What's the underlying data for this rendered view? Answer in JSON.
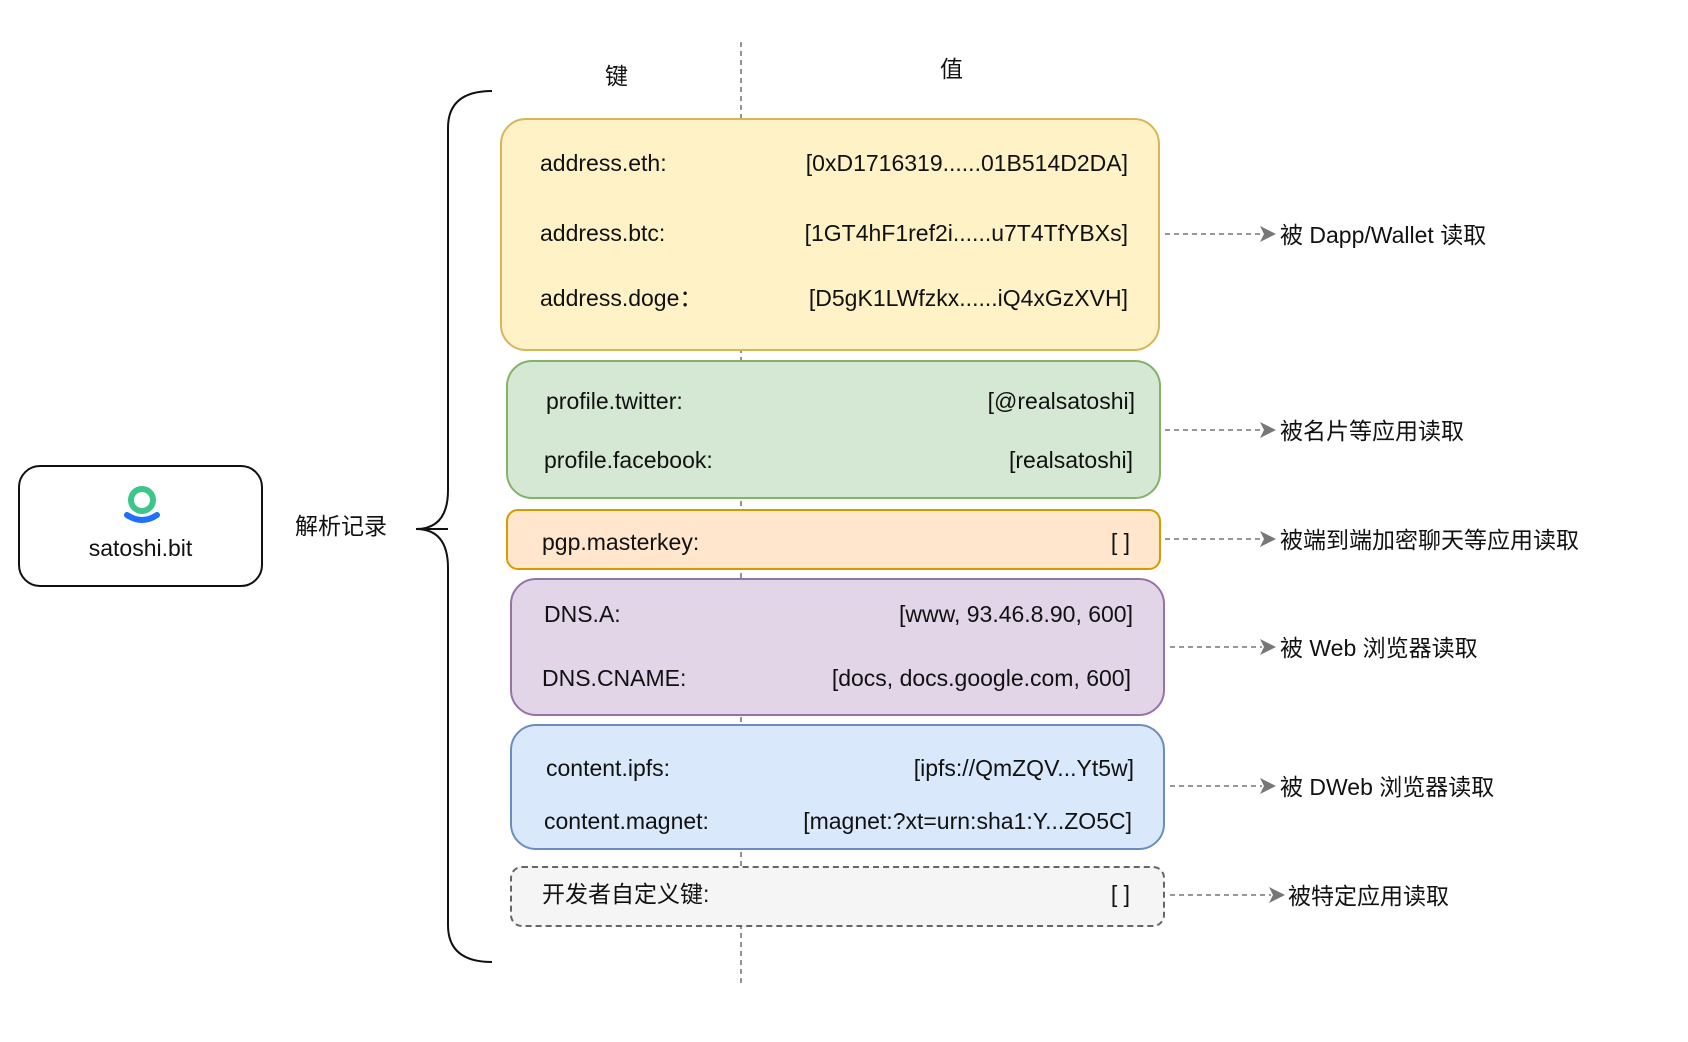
{
  "domain_entity": {
    "name": "satoshi.bit",
    "logo_color_top": "#3cc68a",
    "logo_color_bottom": "#1e6fff"
  },
  "records_label": "解析记录",
  "headers": {
    "key": "键",
    "value": "值"
  },
  "groups": [
    {
      "id": "address",
      "fill": "#fff2c6",
      "stroke": "#d6b656",
      "rows": [
        {
          "key": "address.eth:",
          "value": "[0xD1716319......01B514D2DA]"
        },
        {
          "key": "address.btc:",
          "value": "[1GT4hF1ref2i......u7T4TfYBXs]"
        },
        {
          "key": "address.doge：",
          "value": "[D5gK1LWfzkx......iQ4xGzXVH]"
        }
      ],
      "note": "被 Dapp/Wallet 读取"
    },
    {
      "id": "profile",
      "fill": "#d5e8d4",
      "stroke": "#82b366",
      "rows": [
        {
          "key": "profile.twitter:",
          "value": "[@realsatoshi]"
        },
        {
          "key": "profile.facebook:",
          "value": "[realsatoshi]"
        }
      ],
      "note": "被名片等应用读取"
    },
    {
      "id": "pgp",
      "fill": "#ffe6cc",
      "stroke": "#d79b00",
      "rows": [
        {
          "key": "pgp.masterkey:",
          "value": "[ ]"
        }
      ],
      "note": "被端到端加密聊天等应用读取"
    },
    {
      "id": "dns",
      "fill": "#e1d5e7",
      "stroke": "#9673a6",
      "rows": [
        {
          "key": "DNS.A:",
          "value": "[www, 93.46.8.90, 600]"
        },
        {
          "key": "DNS.CNAME:",
          "value": "[docs, docs.google.com, 600]"
        }
      ],
      "note": "被 Web 浏览器读取"
    },
    {
      "id": "content",
      "fill": "#dae8fc",
      "stroke": "#6c8ebf",
      "rows": [
        {
          "key": "content.ipfs:",
          "value": "[ipfs://QmZQV...Yt5w]"
        },
        {
          "key": "content.magnet:",
          "value": "[magnet:?xt=urn:sha1:Y...ZO5C]"
        }
      ],
      "note": "被 DWeb 浏览器读取"
    },
    {
      "id": "custom",
      "fill": "#f5f5f5",
      "stroke": "#666666",
      "dashed": true,
      "rows": [
        {
          "key": "开发者自定义键:",
          "value": "[ ]"
        }
      ],
      "note": "被特定应用读取"
    }
  ]
}
